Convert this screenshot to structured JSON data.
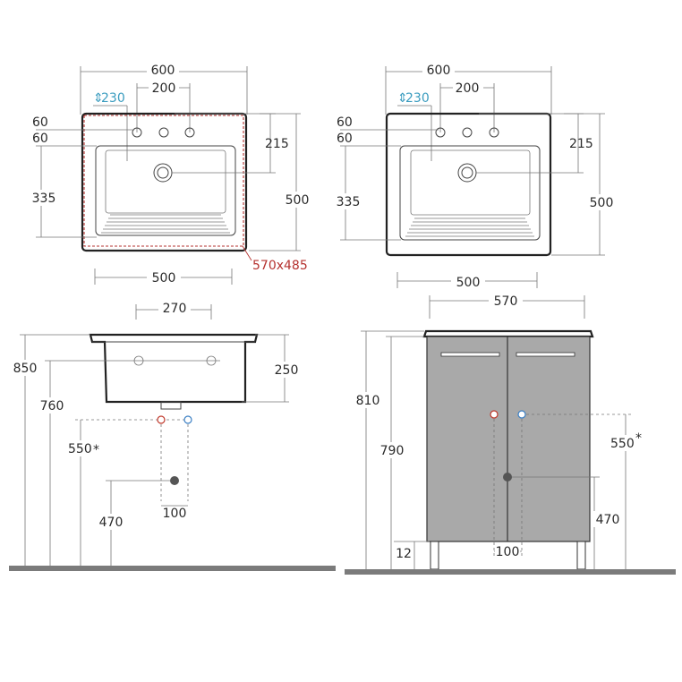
{
  "top_left": {
    "width_label": "600",
    "tap_spacing_label": "200",
    "height_label_230": "230",
    "offset_label_1": "60",
    "offset_label_2": "60",
    "drain_label": "215",
    "left_height_label": "335",
    "right_height_label": "500",
    "bottom_width_label": "500",
    "cutout_label": "570x485"
  },
  "top_right": {
    "width_label": "600",
    "tap_spacing_label": "200",
    "height_label_230": "230",
    "offset_label_1": "60",
    "offset_label_2": "60",
    "drain_label": "215",
    "left_height_label": "335",
    "right_height_label": "500",
    "bottom_width_label": "500"
  },
  "bottom_left": {
    "tap_spacing_label": "270",
    "height_850": "850",
    "height_760": "760",
    "depth_250": "250",
    "pipe_550": "550",
    "asterisk": "*",
    "drain_470": "470",
    "drain_offset_100": "100"
  },
  "bottom_right": {
    "cabinet_width": "570",
    "height_810": "810",
    "height_790": "790",
    "pipe_550": "550",
    "asterisk": "*",
    "drain_470": "470",
    "legs_12": "12",
    "drain_offset_100": "100"
  },
  "colors": {
    "line": "#444444",
    "cabinet": "#a9a9a9",
    "floor": "#7b7b7b",
    "hot": "#c0392b",
    "cold": "#3a7fc4",
    "accent": "#b5322f",
    "cyan": "#3a9cbf"
  }
}
